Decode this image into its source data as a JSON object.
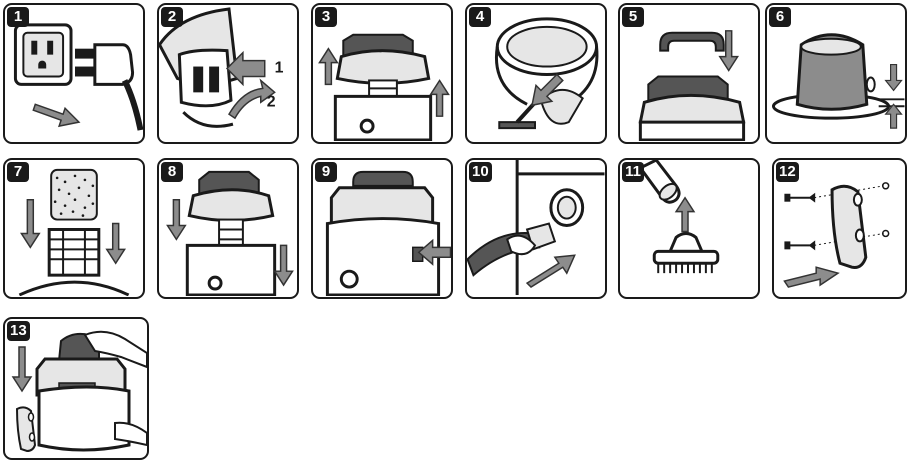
{
  "panels": [
    {
      "number": "1",
      "icons": [
        "wall-outlet-icon",
        "power-plug-icon",
        "arrow-icon"
      ]
    },
    {
      "number": "2",
      "icons": [
        "vacuum-latch-icon",
        "arrow-icon",
        "curved-arrow-icon"
      ],
      "callouts": [
        "1",
        "2"
      ]
    },
    {
      "number": "3",
      "icons": [
        "vacuum-head-icon",
        "arrow-icon"
      ]
    },
    {
      "number": "4",
      "icons": [
        "collection-drum-icon",
        "debris-icon",
        "arrow-icon"
      ]
    },
    {
      "number": "5",
      "icons": [
        "handle-icon",
        "vacuum-head-icon",
        "arrow-icon"
      ]
    },
    {
      "number": "6",
      "icons": [
        "filter-bag-icon",
        "gap-indicator-icon"
      ]
    },
    {
      "number": "7",
      "icons": [
        "foam-sleeve-icon",
        "filter-cage-icon",
        "arrow-icon"
      ]
    },
    {
      "number": "8",
      "icons": [
        "vacuum-head-icon",
        "arrow-icon"
      ]
    },
    {
      "number": "9",
      "icons": [
        "vacuum-icon",
        "arrow-icon"
      ]
    },
    {
      "number": "10",
      "icons": [
        "hose-icon",
        "inlet-port-icon",
        "arrow-icon"
      ]
    },
    {
      "number": "11",
      "icons": [
        "wand-tube-icon",
        "floor-nozzle-icon",
        "arrow-icon"
      ]
    },
    {
      "number": "12",
      "icons": [
        "screw-icon",
        "wall-bracket-icon",
        "arrow-icon"
      ]
    },
    {
      "number": "13",
      "icons": [
        "vacuum-icon",
        "carry-hand-icon",
        "wall-bracket-icon",
        "arrow-icon"
      ]
    }
  ],
  "colors": {
    "outline": "#1a1a1a",
    "arrow_fill": "#8c8c8c",
    "arrow_stroke": "#333333",
    "page": "#ffffff",
    "fill_light": "#e6e6e6",
    "fill_dark": "#555555"
  }
}
